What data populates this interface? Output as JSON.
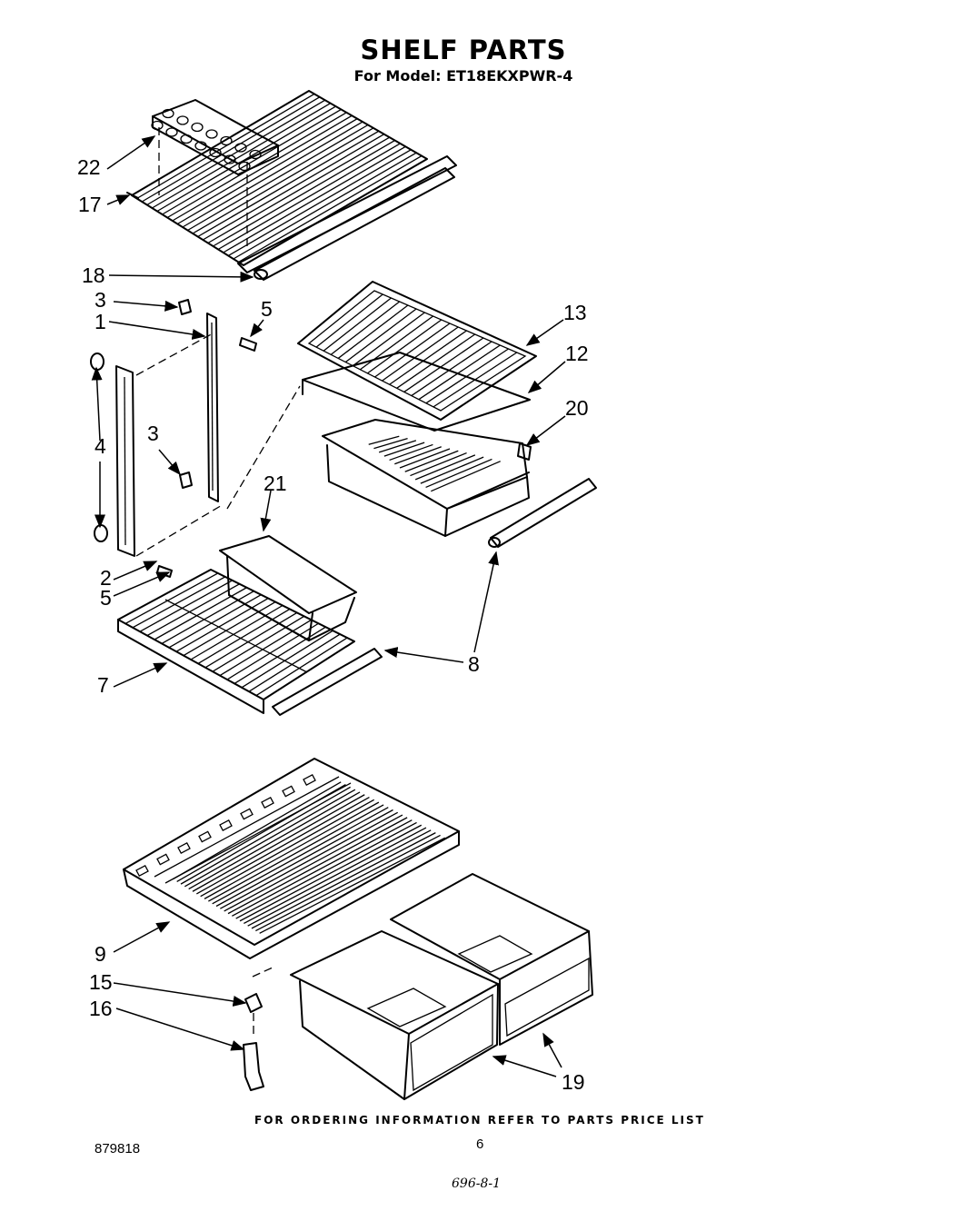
{
  "header": {
    "title": "SHELF PARTS",
    "model": "For Model: ET18EKXPWR-4"
  },
  "callouts": [
    "22",
    "17",
    "18",
    "3",
    "1",
    "5",
    "13",
    "12",
    "20",
    "4",
    "3",
    "21",
    "2",
    "5",
    "7",
    "8",
    "9",
    "15",
    "16",
    "19"
  ],
  "footer": {
    "notice": "FOR ORDERING INFORMATION REFER TO PARTS PRICE LIST",
    "doc_number": "879818",
    "page_number": "6",
    "handwritten_note": "696-8-1"
  }
}
